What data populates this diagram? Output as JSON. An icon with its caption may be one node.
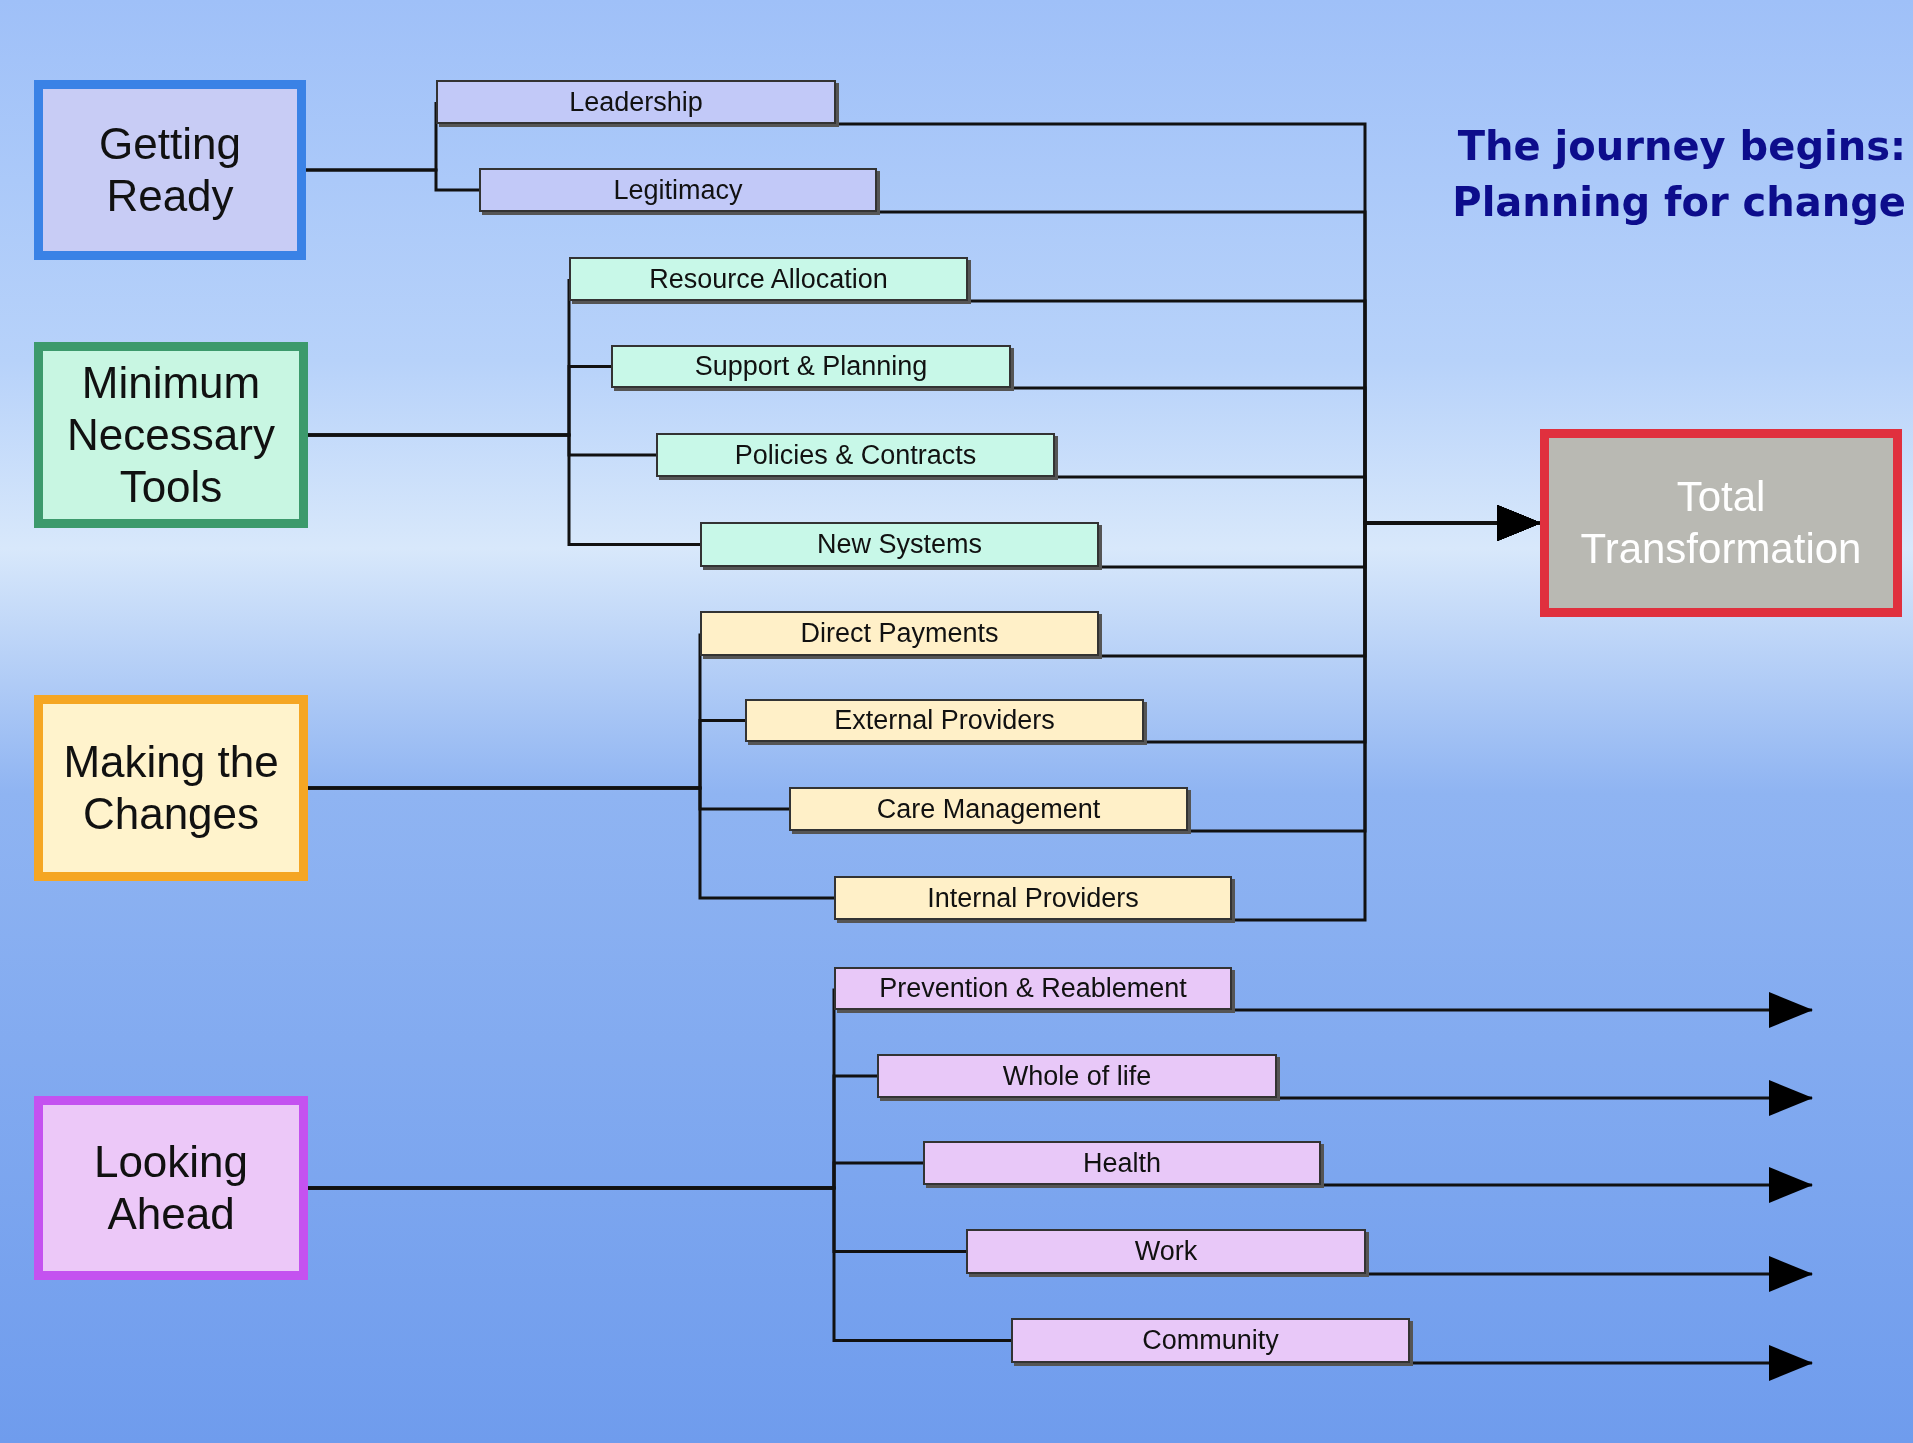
{
  "diagram": {
    "title": "The journey begins: Planning for change",
    "nodes": [
      {
        "text": [
          "Getting Ready"
        ]
      },
      {
        "text": [
          "Minimum Necessary Tools"
        ]
      },
      {
        "text": [
          "Making the Changes"
        ]
      },
      {
        "text": [
          "Looking Ahead"
        ]
      },
      {
        "text": [
          "Total Transformation"
        ]
      },
      {
        "text": [
          "Leadership"
        ]
      },
      {
        "text": [
          "Legitimacy"
        ]
      },
      {
        "text": [
          "Resource Allocation"
        ]
      },
      {
        "text": [
          "Support & Planning"
        ]
      },
      {
        "text": [
          "Policies & Contracts"
        ]
      },
      {
        "text": [
          "New Systems"
        ]
      },
      {
        "text": [
          "Direct Payments"
        ]
      },
      {
        "text": [
          "External Providers"
        ]
      },
      {
        "text": [
          "Care Management"
        ]
      },
      {
        "text": [
          "Internal Providers"
        ]
      },
      {
        "text": [
          "Prevention & Reablement"
        ]
      },
      {
        "text": [
          "Whole of life"
        ]
      },
      {
        "text": [
          "Health"
        ]
      },
      {
        "text": [
          "Work"
        ]
      },
      {
        "text": [
          "Community"
        ]
      }
    ],
    "edges": [
      {
        "from": 0,
        "to": 5,
        "arrow": "none"
      },
      {
        "from": 0,
        "to": 6,
        "arrow": "none"
      },
      {
        "from": 1,
        "to": 7,
        "arrow": "none"
      },
      {
        "from": 1,
        "to": 8,
        "arrow": "none"
      },
      {
        "from": 1,
        "to": 9,
        "arrow": "none"
      },
      {
        "from": 1,
        "to": 10,
        "arrow": "none"
      },
      {
        "from": 2,
        "to": 11,
        "arrow": "none"
      },
      {
        "from": 2,
        "to": 12,
        "arrow": "none"
      },
      {
        "from": 2,
        "to": 13,
        "arrow": "none"
      },
      {
        "from": 2,
        "to": 14,
        "arrow": "none"
      },
      {
        "from": 3,
        "to": 15,
        "arrow": "none"
      },
      {
        "from": 3,
        "to": 16,
        "arrow": "none"
      },
      {
        "from": 3,
        "to": 17,
        "arrow": "none"
      },
      {
        "from": 3,
        "to": 18,
        "arrow": "none"
      },
      {
        "from": 3,
        "to": 19,
        "arrow": "none"
      },
      {
        "from": 5,
        "to": 4,
        "arrow": "to"
      },
      {
        "from": 6,
        "to": 4,
        "arrow": "to"
      },
      {
        "from": 7,
        "to": 4,
        "arrow": "to"
      },
      {
        "from": 8,
        "to": 4,
        "arrow": "to"
      },
      {
        "from": 9,
        "to": 4,
        "arrow": "to"
      },
      {
        "from": 10,
        "to": 4,
        "arrow": "to"
      },
      {
        "from": 11,
        "to": 4,
        "arrow": "to"
      },
      {
        "from": 12,
        "to": 4,
        "arrow": "to"
      },
      {
        "from": 13,
        "to": 4,
        "arrow": "to"
      },
      {
        "from": 14,
        "to": 4,
        "arrow": "to"
      },
      {
        "from": 15,
        "to": null,
        "arrow": "to"
      },
      {
        "from": 16,
        "to": null,
        "arrow": "to"
      },
      {
        "from": 17,
        "to": null,
        "arrow": "to"
      },
      {
        "from": 18,
        "to": null,
        "arrow": "to"
      },
      {
        "from": 19,
        "to": null,
        "arrow": "to"
      }
    ]
  }
}
